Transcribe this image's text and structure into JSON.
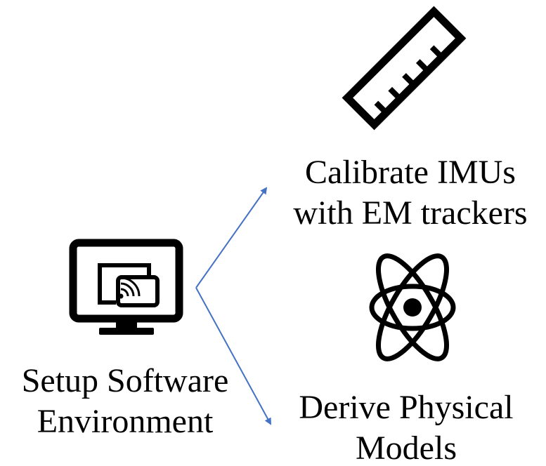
{
  "colors": {
    "arrow": "#4472C4",
    "icon": "#000000",
    "text": "#000000"
  },
  "nodes": {
    "setup": {
      "icon": "monitor-icon",
      "lines": [
        "Setup Software",
        "Environment"
      ]
    },
    "calibrate": {
      "icon": "ruler-icon",
      "lines": [
        "Calibrate IMUs",
        "with EM trackers"
      ]
    },
    "derive": {
      "icon": "atom-icon",
      "lines": [
        "Derive Physical",
        "Models"
      ]
    }
  }
}
